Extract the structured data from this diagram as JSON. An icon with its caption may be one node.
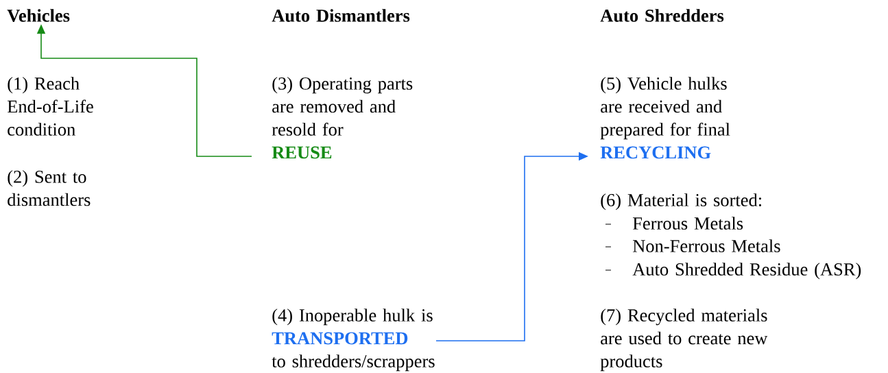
{
  "diagram": {
    "nodes": [
      {
        "text": [
          "Vehicles"
        ]
      },
      {
        "text": [
          "(3) Operating parts are removed and resold for",
          "REUSE"
        ]
      },
      {
        "text": [
          "(4) Inoperable hulk is",
          "TRANSPORTED",
          "to shredders/scrappers"
        ]
      },
      {
        "text": [
          "(5) Vehicle hulks are received and prepared for final",
          "RECYCLING"
        ]
      }
    ],
    "edges": [
      {
        "from": 1,
        "to": 0,
        "arrow": "to",
        "color": "#168b16"
      },
      {
        "from": 2,
        "to": 3,
        "arrow": "to",
        "color": "#1e6ff0"
      }
    ],
    "labels": [
      "Auto Dismantlers",
      "Auto Shredders",
      "(1) Reach End-of-Life condition",
      "(2) Sent to dismantlers",
      "(6) Material is sorted:",
      "Ferrous Metals",
      "Non-Ferrous Metals",
      "Auto Shredded Residue (ASR)",
      "(7) Recycled materials are used to create new products"
    ]
  }
}
